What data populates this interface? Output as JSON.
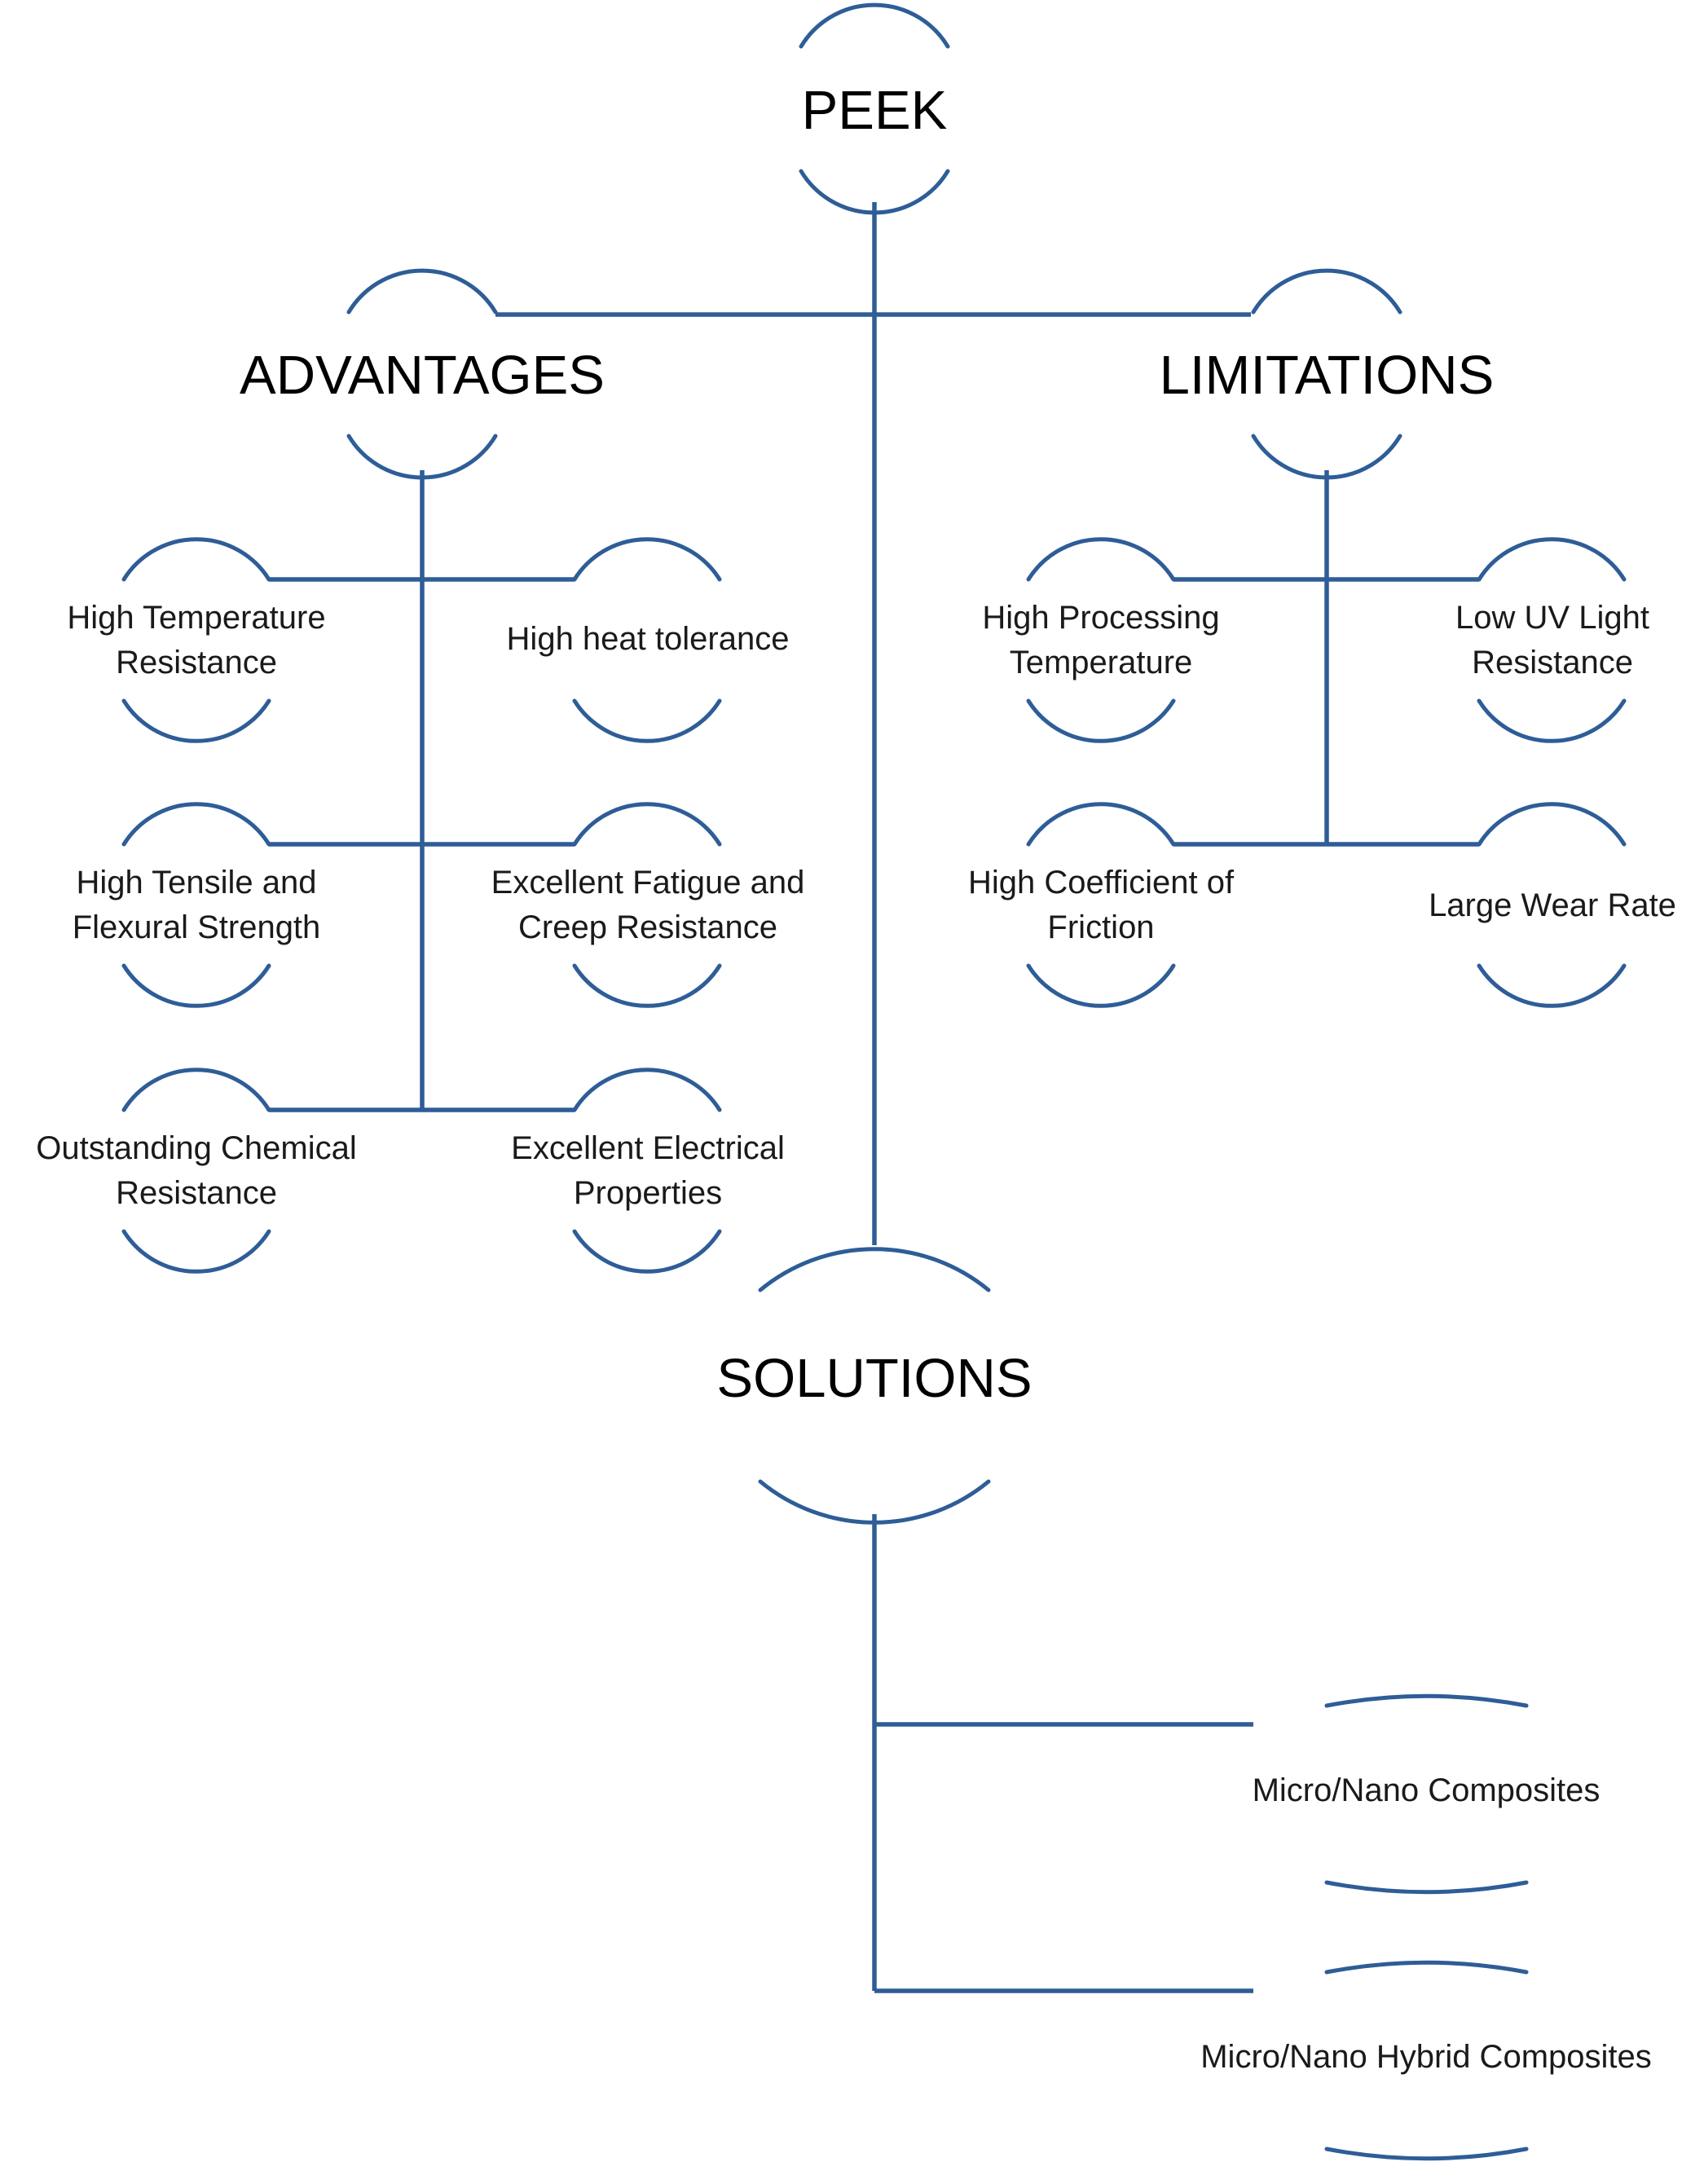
{
  "root": {
    "label": "PEEK"
  },
  "advantages": {
    "label": "ADVANTAGES",
    "items": [
      {
        "line1": "High Temperature",
        "line2": "Resistance"
      },
      {
        "line1": "High heat tolerance",
        "line2": ""
      },
      {
        "line1": "High Tensile and",
        "line2": "Flexural Strength"
      },
      {
        "line1": "Excellent Fatigue and",
        "line2": "Creep Resistance"
      },
      {
        "line1": "Outstanding Chemical",
        "line2": "Resistance"
      },
      {
        "line1": "Excellent Electrical",
        "line2": "Properties"
      }
    ]
  },
  "limitations": {
    "label": "LIMITATIONS",
    "items": [
      {
        "line1": "High Processing",
        "line2": "Temperature"
      },
      {
        "line1": "Low UV Light",
        "line2": "Resistance"
      },
      {
        "line1": "High Coefficient of",
        "line2": "Friction"
      },
      {
        "line1": "Large Wear Rate",
        "line2": ""
      }
    ]
  },
  "solutions": {
    "label": "SOLUTIONS",
    "items": [
      {
        "label": "Micro/Nano Composites"
      },
      {
        "label": "Micro/Nano Hybrid Composites"
      }
    ]
  },
  "colors": {
    "line": "#2e5d97",
    "text": "#000000"
  }
}
